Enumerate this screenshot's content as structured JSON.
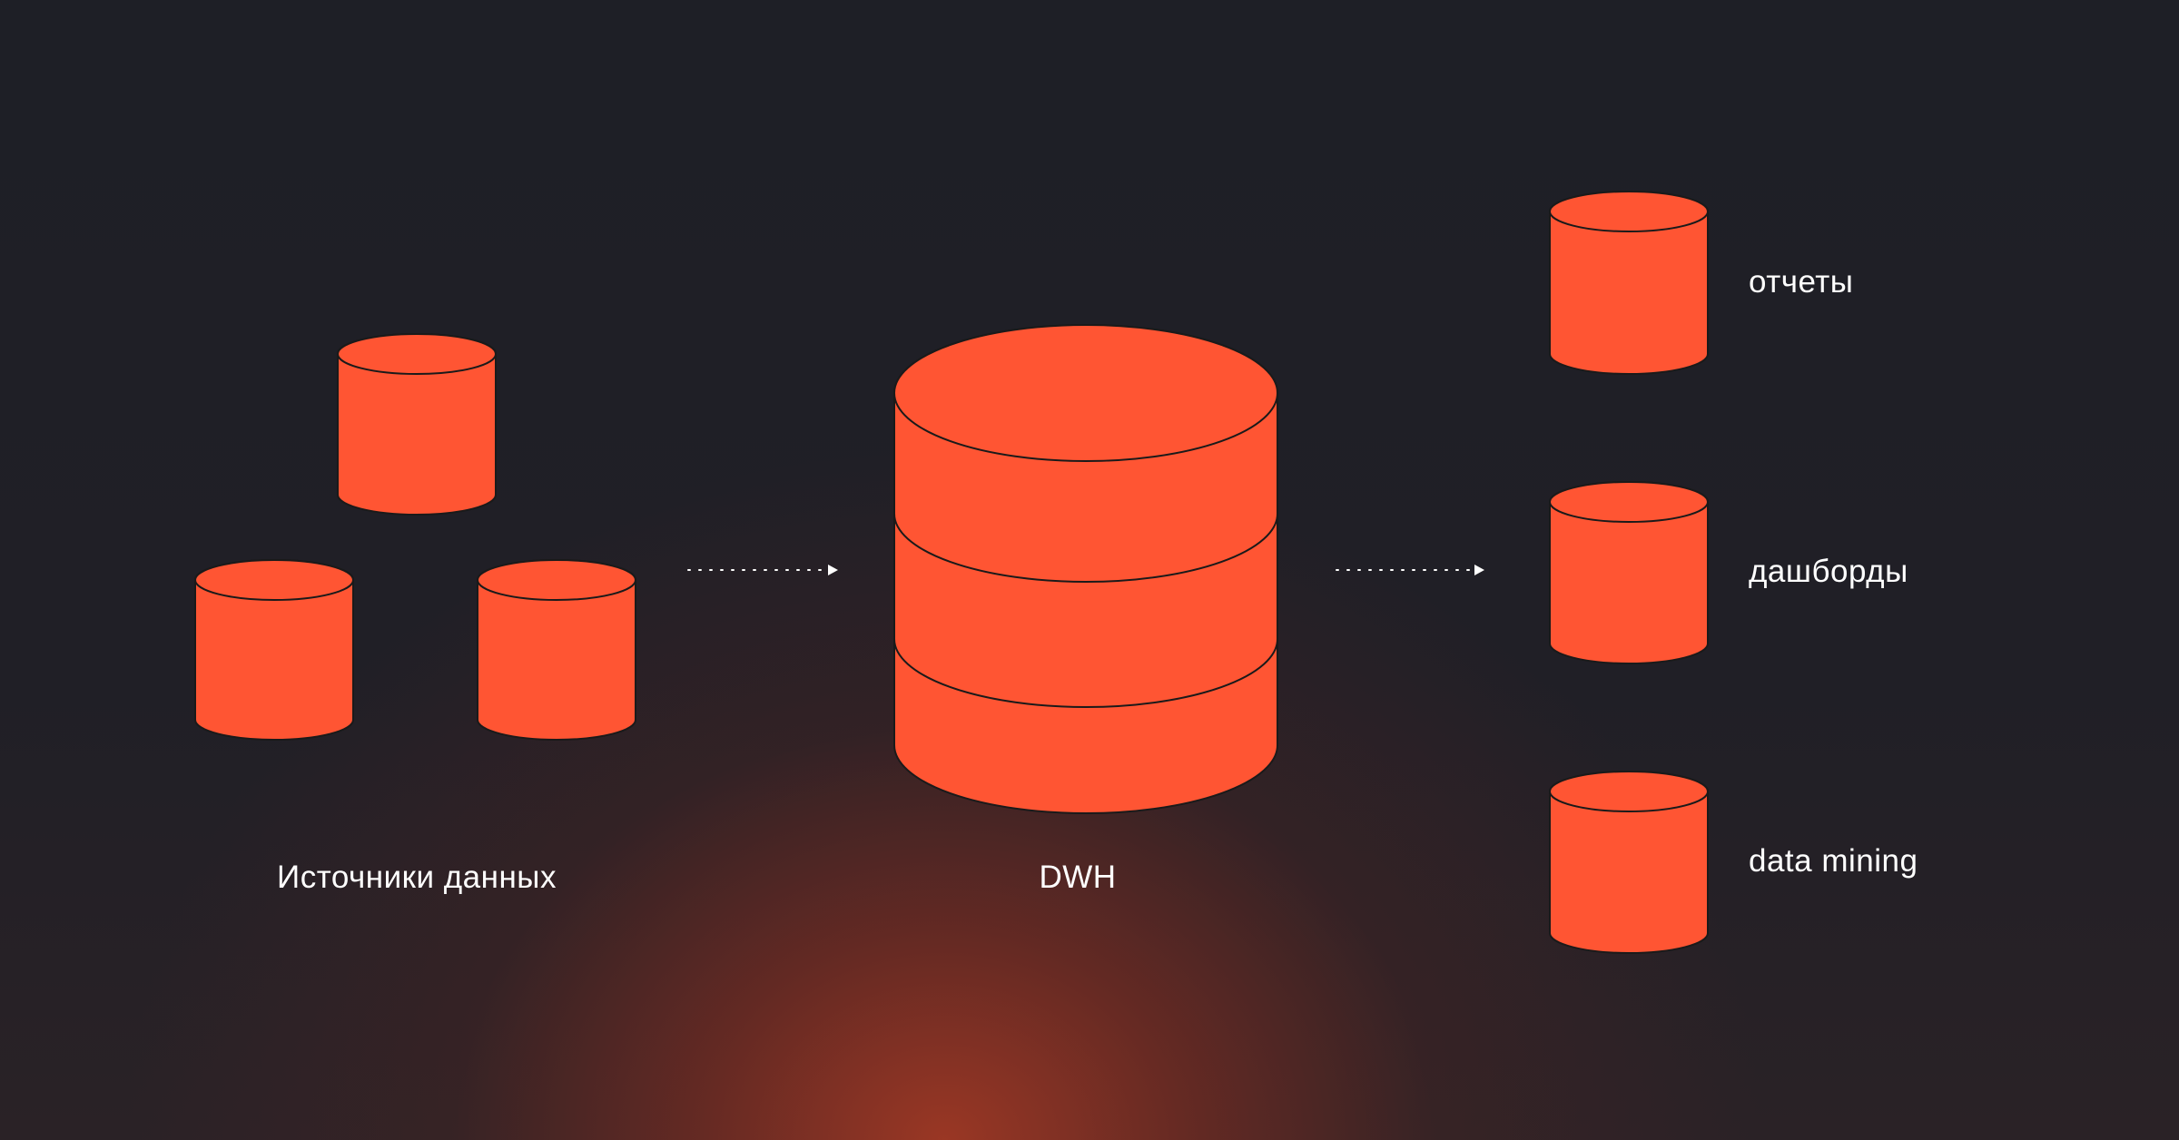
{
  "sources": {
    "label": "Источники данных"
  },
  "warehouse": {
    "label": "DWH"
  },
  "outputs": {
    "items": [
      {
        "label": "отчеты"
      },
      {
        "label": "дашборды"
      },
      {
        "label": "data mining"
      }
    ]
  },
  "colors": {
    "background": "#1e1f26",
    "glow": "#a03824",
    "cylinder_fill": "#ff5533",
    "cylinder_stroke": "#1a1a1a",
    "text": "#ffffff",
    "arrow": "#ffffff"
  }
}
